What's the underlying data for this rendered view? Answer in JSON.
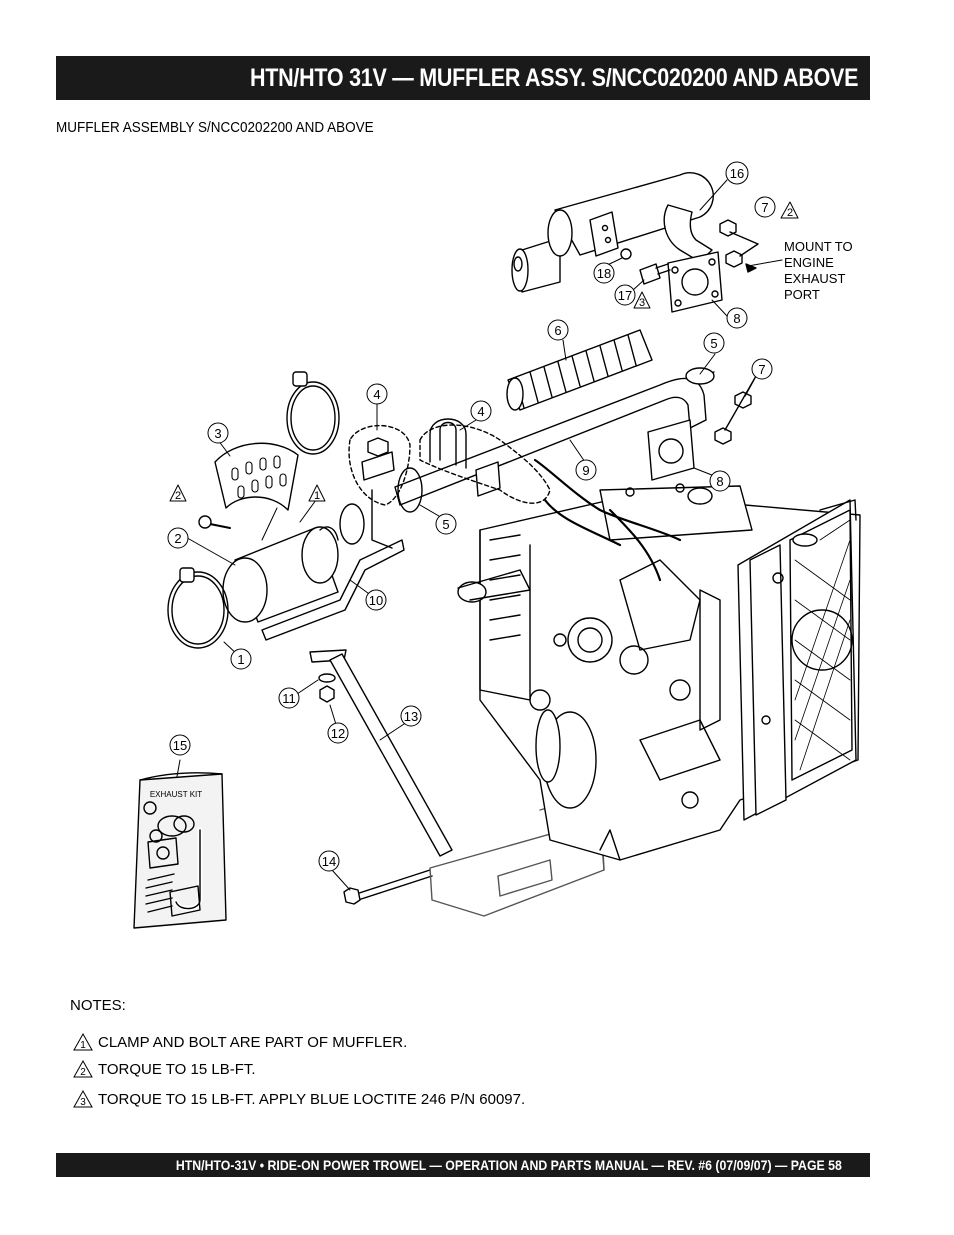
{
  "header": {
    "title": "HTN/HTO 31V — MUFFLER ASSY. S/NCC020200 AND ABOVE",
    "subtitle": "MUFFLER ASSEMBLY S/NCC0202200 AND ABOVE"
  },
  "diagram": {
    "callouts": [
      "1",
      "2",
      "3",
      "4",
      "4",
      "5",
      "5",
      "6",
      "7",
      "7",
      "8",
      "8",
      "9",
      "10",
      "11",
      "12",
      "13",
      "14",
      "15",
      "16",
      "17",
      "18"
    ],
    "warning_markers": [
      "1",
      "2",
      "2",
      "3"
    ],
    "mount_label": [
      "MOUNT TO",
      "ENGINE",
      "EXHAUST",
      "PORT"
    ],
    "kit_label": "EXHAUST KIT"
  },
  "notes": {
    "heading": "NOTES:",
    "items": [
      {
        "marker": "1",
        "text": "CLAMP AND BOLT ARE PART OF MUFFLER."
      },
      {
        "marker": "2",
        "text": "TORQUE TO 15 LB-FT."
      },
      {
        "marker": "3",
        "text": "TORQUE TO 15 LB-FT. APPLY BLUE LOCTITE 246 P/N 60097."
      }
    ]
  },
  "footer": {
    "text": "HTN/HTO-31V • RIDE-ON POWER TROWEL — OPERATION AND PARTS MANUAL — REV. #6 (07/09/07) — PAGE 58"
  }
}
